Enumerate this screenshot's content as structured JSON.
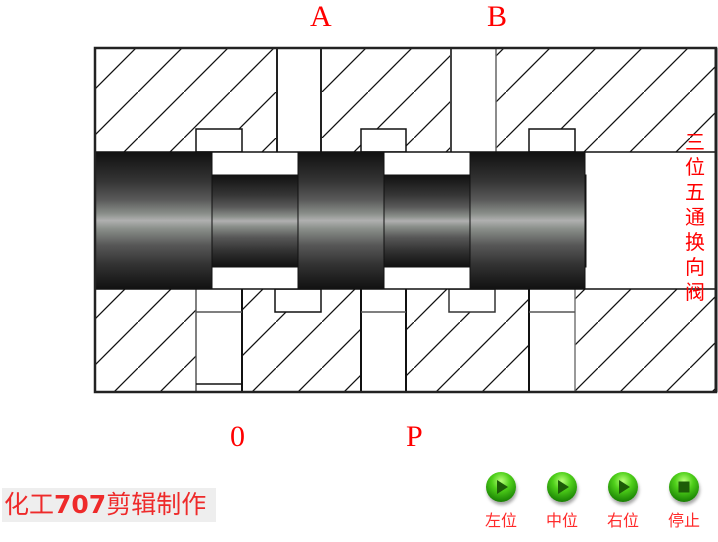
{
  "diagram": {
    "title_chars": [
      "三",
      "位",
      "五",
      "通",
      "换",
      "向",
      "阀"
    ],
    "title": "三位五通换向阀",
    "ports": {
      "top": [
        {
          "id": "A",
          "label": "A"
        },
        {
          "id": "B",
          "label": "B"
        }
      ],
      "bottom": [
        {
          "id": "O",
          "label": "0"
        },
        {
          "id": "P",
          "label": "P"
        }
      ]
    },
    "state": "spool shifted (lands covering ports)",
    "colors": {
      "label": "#ff0000",
      "outline": "#111111",
      "spool_dark": "#1a1a1a",
      "spool_light": "#a8a8a8"
    }
  },
  "credit": {
    "prefix": "化工",
    "number": "707",
    "suffix": "剪辑制作",
    "background": "#eeeeee",
    "color": "#ee2a2a"
  },
  "controls": [
    {
      "id": "left",
      "label": "左位",
      "icon": "play-icon"
    },
    {
      "id": "middle",
      "label": "中位",
      "icon": "play-icon"
    },
    {
      "id": "right",
      "label": "右位",
      "icon": "play-icon"
    },
    {
      "id": "stop",
      "label": "停止",
      "icon": "stop-icon"
    }
  ]
}
